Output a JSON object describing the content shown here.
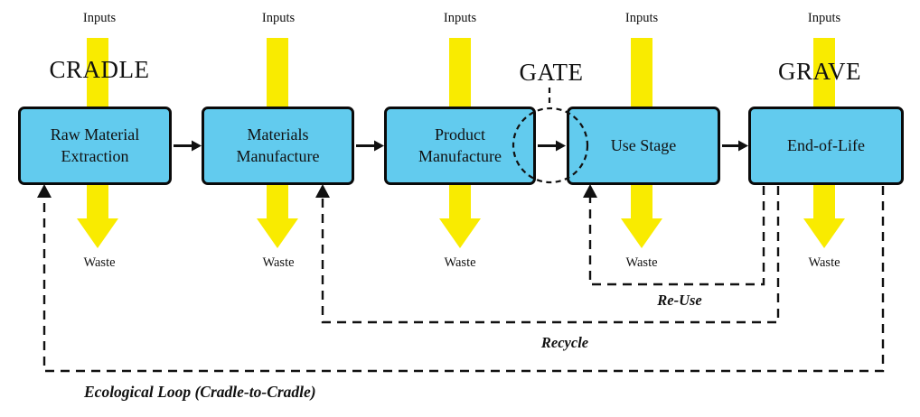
{
  "diagram": {
    "phase_labels": {
      "cradle": "CRADLE",
      "gate": "GATE",
      "grave": "GRAVE"
    },
    "stages": [
      {
        "name": "Raw Material Extraction",
        "inputs_label": "Inputs",
        "waste_label": "Waste"
      },
      {
        "name": "Materials Manufacture",
        "inputs_label": "Inputs",
        "waste_label": "Waste"
      },
      {
        "name": "Product Manufacture",
        "inputs_label": "Inputs",
        "waste_label": "Waste"
      },
      {
        "name": "Use Stage",
        "inputs_label": "Inputs",
        "waste_label": "Waste"
      },
      {
        "name": "End-of-Life",
        "inputs_label": "Inputs",
        "waste_label": "Waste"
      }
    ],
    "loops": {
      "reuse": "Re-Use",
      "recycle": "Recycle",
      "ecological": "Ecological Loop (Cradle-to-Cradle)"
    }
  },
  "colors": {
    "box_fill": "#62CBEE",
    "box_border": "#0a0a0a",
    "flow_yellow": "#F9EB00",
    "line_black": "#111111",
    "text_black": "#111111",
    "background": "#FFFFFF"
  }
}
